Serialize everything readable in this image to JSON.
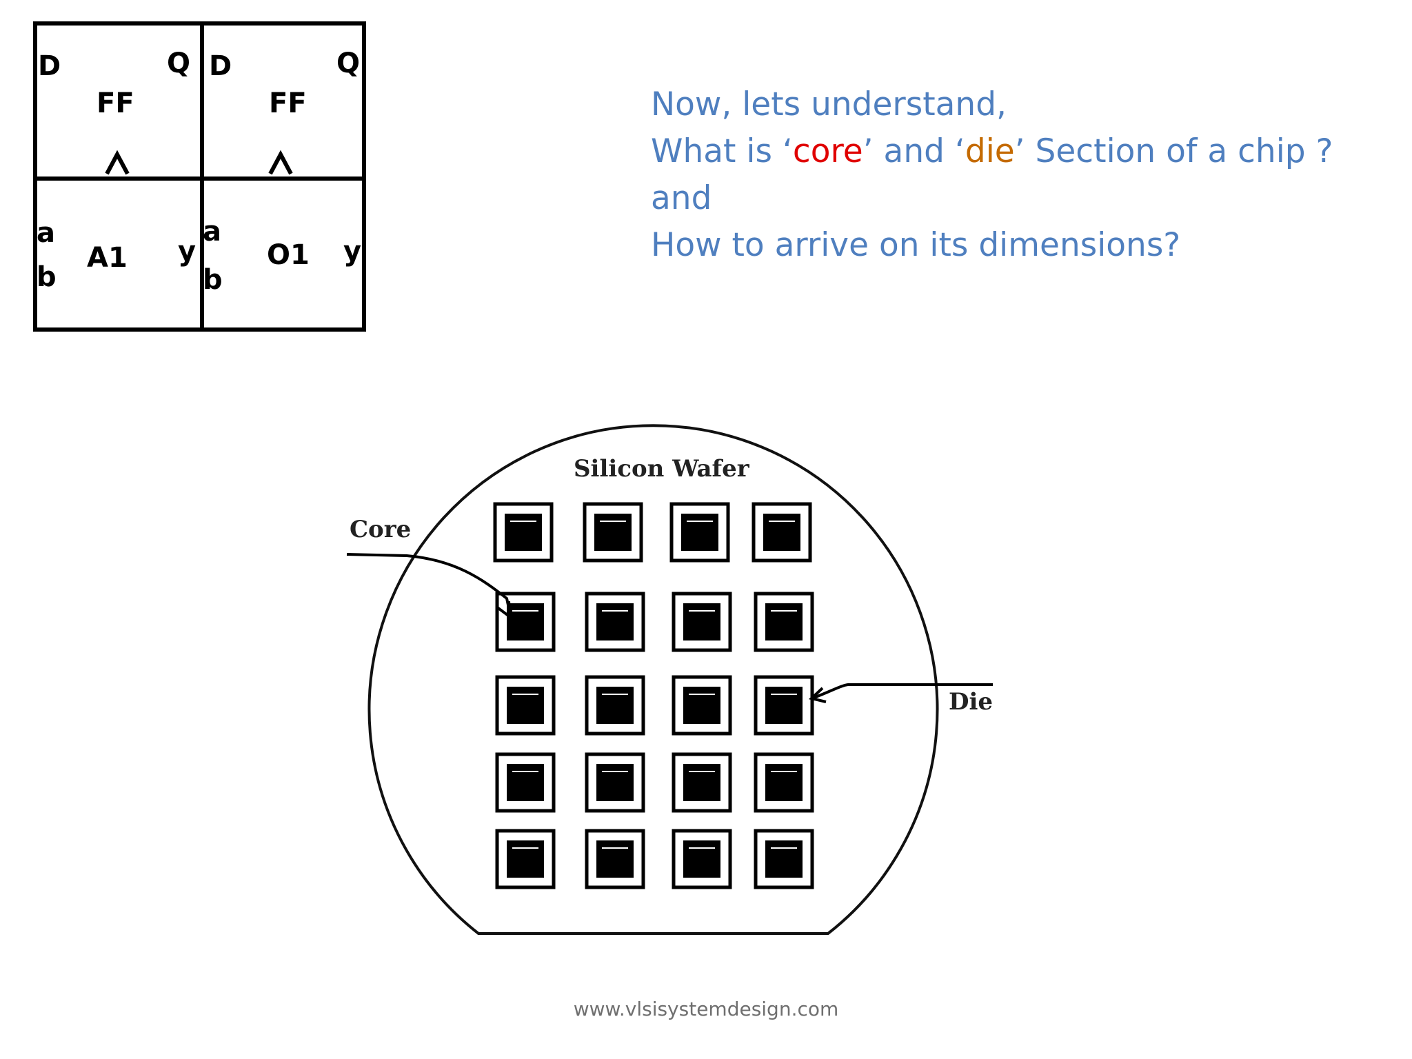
{
  "cells": {
    "ff1": {
      "d_pin": "D",
      "q_pin": "Q",
      "name": "FF"
    },
    "ff2": {
      "d_pin": "D",
      "q_pin": "Q",
      "name": "FF"
    },
    "a1": {
      "a_pin": "a",
      "b_pin": "b",
      "name": "A1",
      "y_pin": "y"
    },
    "o1": {
      "a_pin": "a",
      "b_pin": "b",
      "name": "O1",
      "y_pin": "y"
    }
  },
  "question": {
    "line1": "Now, lets understand,",
    "line2_prefix": "What is ‘",
    "line2_core": "core",
    "line2_mid": "’ and ‘",
    "line2_die": "die",
    "line2_suffix": "’ Section of a chip ?",
    "line3": "and",
    "line4": "How to arrive on its dimensions?",
    "text_color": "#4f7fbf",
    "core_color": "#e00000",
    "die_color": "#c46a00"
  },
  "wafer": {
    "title": "Silicon Wafer",
    "core_label": "Core",
    "die_label": "Die",
    "rows": 5,
    "cols": 4
  },
  "footer": {
    "url": "www.vlsisystemdesign.com"
  }
}
